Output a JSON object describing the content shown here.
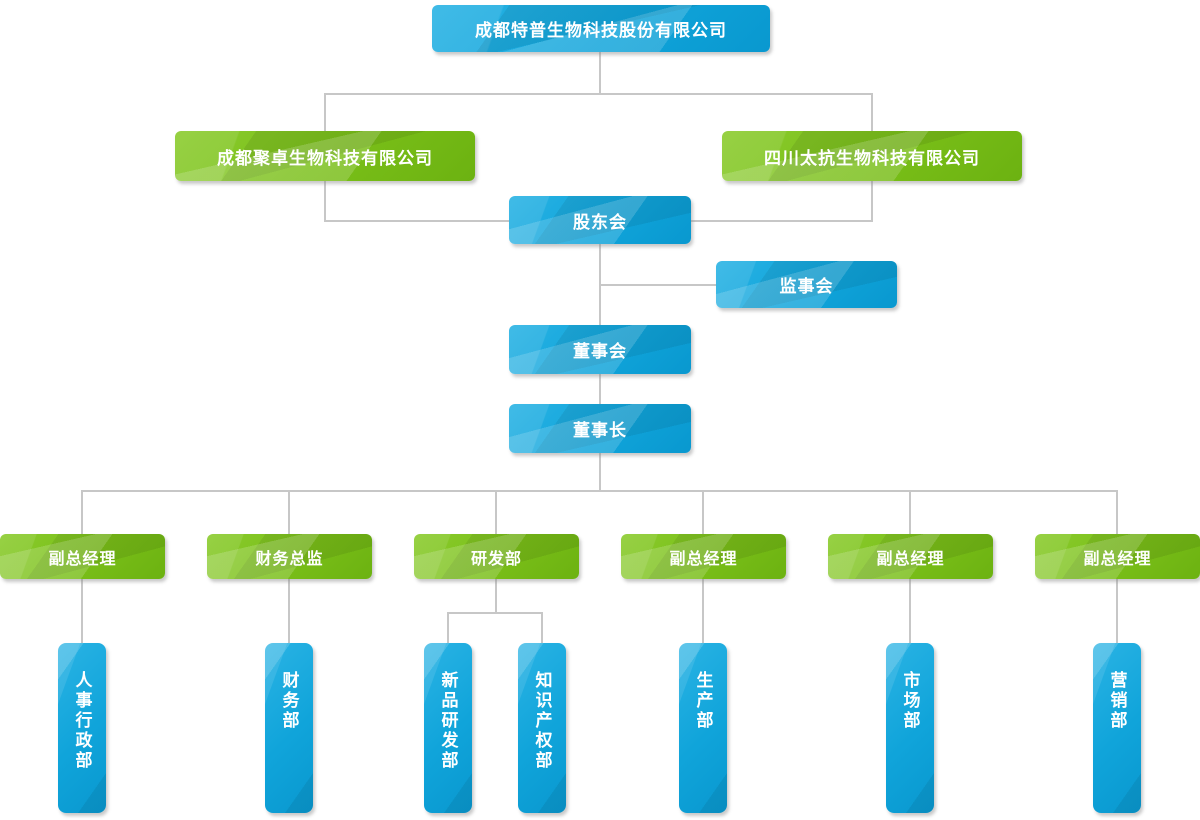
{
  "org_chart": {
    "root": {
      "label": "成都特普生物科技股份有限公司"
    },
    "subsidiaries": [
      {
        "label": "成都聚卓生物科技有限公司"
      },
      {
        "label": "四川太抗生物科技有限公司"
      }
    ],
    "governance": {
      "shareholders": {
        "label": "股东会"
      },
      "supervisory_board": {
        "label": "监事会"
      },
      "board_of_directors": {
        "label": "董事会"
      },
      "chairman": {
        "label": "董事长"
      }
    },
    "management": [
      {
        "label": "副总经理"
      },
      {
        "label": "财务总监"
      },
      {
        "label": "研发部"
      },
      {
        "label": "副总经理"
      },
      {
        "label": "副总经理"
      },
      {
        "label": "副总经理"
      }
    ],
    "departments": [
      {
        "label": "人事行政部"
      },
      {
        "label": "财务部"
      },
      {
        "label": "新品研发部"
      },
      {
        "label": "知识产权部"
      },
      {
        "label": "生产部"
      },
      {
        "label": "市场部"
      },
      {
        "label": "营销部"
      }
    ],
    "colors": {
      "node_blue": "#0fa4da",
      "node_green": "#79be18",
      "connector_gray": "#c7c7c7",
      "label_text": "#ffffff"
    }
  }
}
